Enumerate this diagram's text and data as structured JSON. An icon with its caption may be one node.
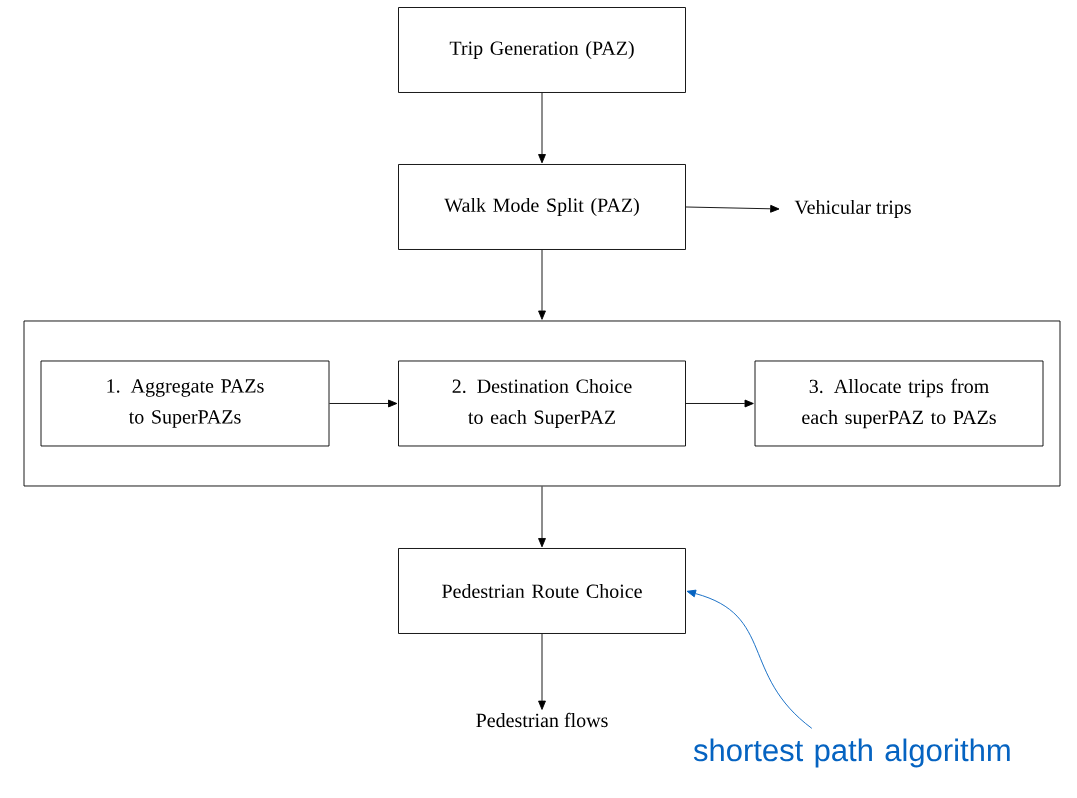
{
  "diagram": {
    "nodes": [
      {
        "text": [
          "Trip Generation (PAZ)"
        ]
      },
      {
        "text": [
          "Walk Mode Split (PAZ)"
        ]
      },
      {
        "text": [
          "Vehicular trips"
        ]
      },
      {
        "text": [],
        "shape": "box"
      },
      {
        "text": [
          "1. Aggregate PAZs to SuperPAZs"
        ],
        "in": 3
      },
      {
        "text": [
          "2. Destination Choice to each SuperPAZ"
        ],
        "in": 3
      },
      {
        "text": [
          "3. Allocate trips from each superPAZ to PAZs"
        ],
        "in": 3
      },
      {
        "text": [
          "Pedestrian Route Choice"
        ]
      },
      {
        "text": [
          "Pedestrian flows"
        ]
      },
      {
        "text": [
          "shortest path algorithm"
        ]
      }
    ],
    "edges": [
      {
        "from": 0,
        "to": 1,
        "arrow": "to"
      },
      {
        "from": 1,
        "to": 2,
        "arrow": "to"
      },
      {
        "from": 1,
        "to": 3,
        "arrow": "to"
      },
      {
        "from": 4,
        "to": 5,
        "arrow": "to"
      },
      {
        "from": 5,
        "to": 6,
        "arrow": "to"
      },
      {
        "from": 3,
        "to": 7,
        "arrow": "to"
      },
      {
        "from": 7,
        "to": 8,
        "arrow": "to"
      },
      {
        "from": 9,
        "to": 7,
        "arrow": "to",
        "color": "#0563c1"
      }
    ]
  }
}
